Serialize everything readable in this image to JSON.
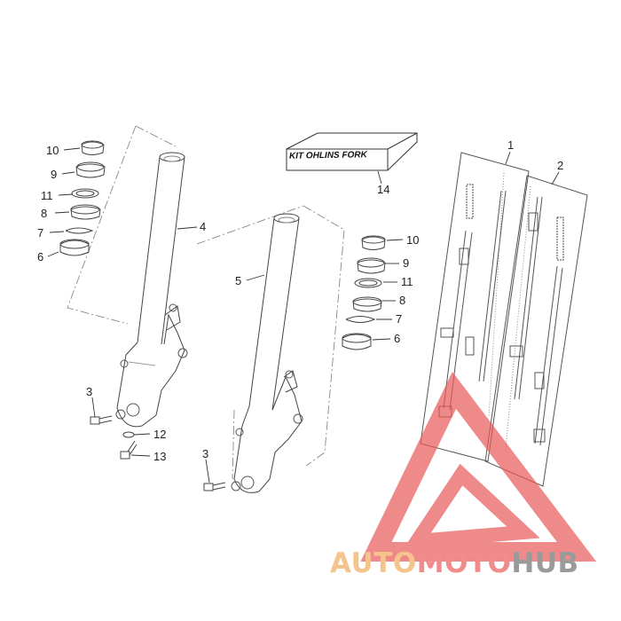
{
  "kit": {
    "label": "KIT OHLINS FORK"
  },
  "callouts": {
    "n1": "1",
    "n2": "2",
    "n3a": "3",
    "n3b": "3",
    "n4": "4",
    "n5": "5",
    "n6a": "6",
    "n6b": "6",
    "n7a": "7",
    "n7b": "7",
    "n8a": "8",
    "n8b": "8",
    "n9a": "9",
    "n9b": "9",
    "n10a": "10",
    "n10b": "10",
    "n11a": "11",
    "n11b": "11",
    "n12": "12",
    "n13": "13",
    "n14": "14"
  },
  "watermark": {
    "part1": "AUTO",
    "part2": "MOTO",
    "part3": "HUB",
    "colors": {
      "auto": "#f5c48c",
      "moto": "#f08c8c",
      "hub": "#9a9a9a"
    }
  }
}
